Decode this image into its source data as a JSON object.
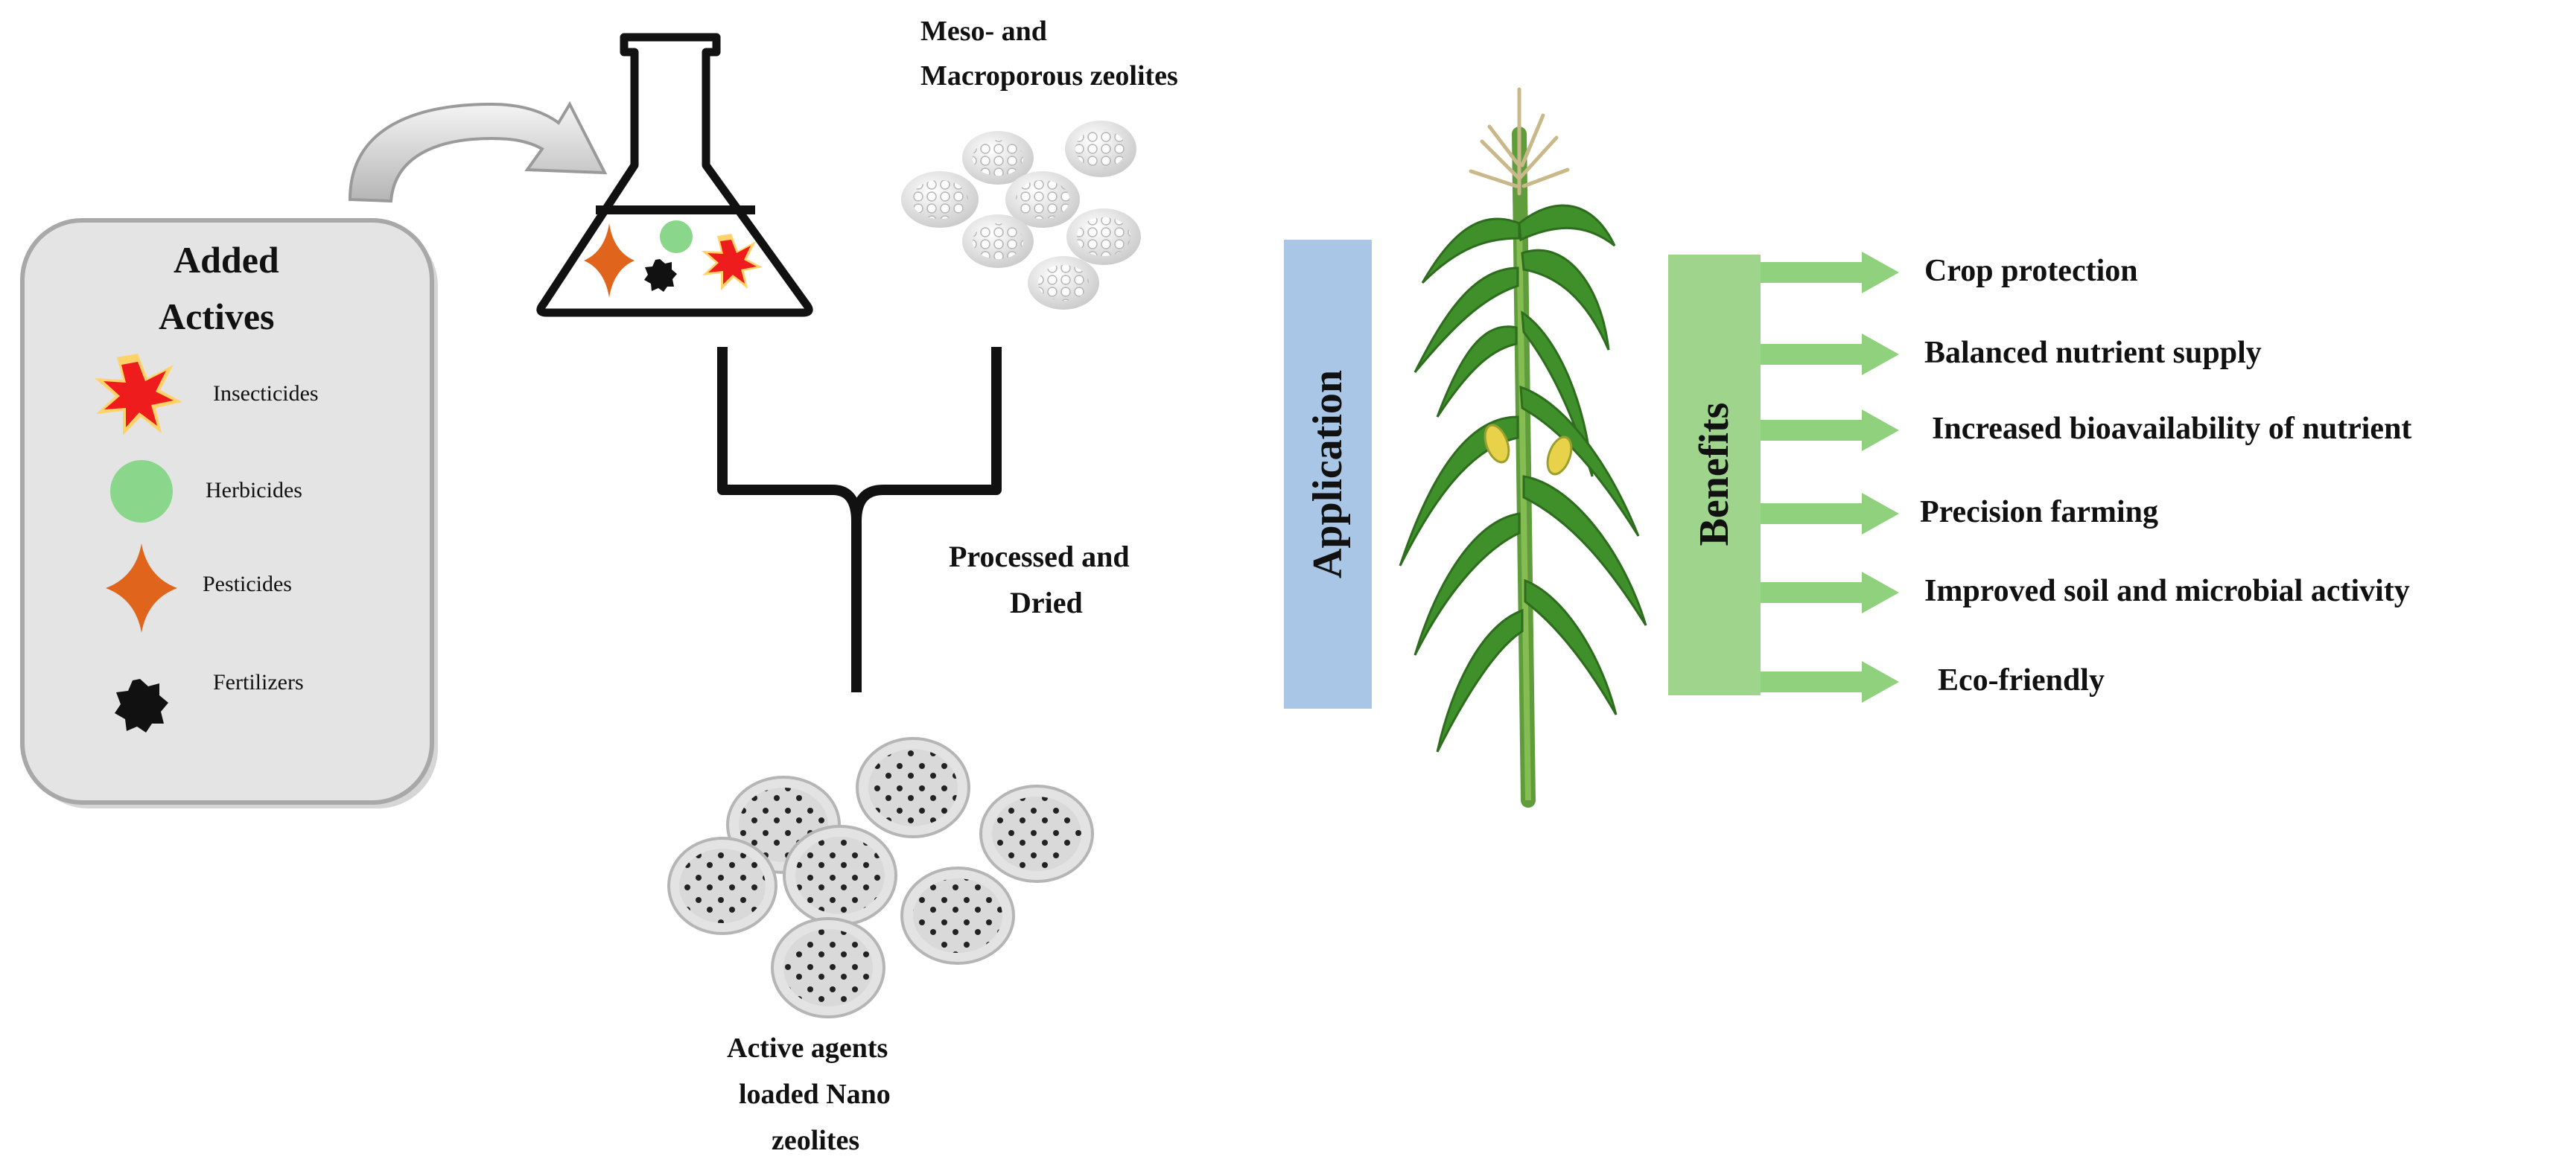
{
  "actives_panel": {
    "title_line1": "Added",
    "title_line2": "Actives",
    "items": [
      {
        "label": "Insecticides",
        "icon": "red-burst-icon"
      },
      {
        "label": "Herbicides",
        "icon": "green-circle-icon"
      },
      {
        "label": "Pesticides",
        "icon": "orange-star-icon"
      },
      {
        "label": "Fertilizers",
        "icon": "black-cog-icon"
      }
    ]
  },
  "zeolites_label_line1": "Meso- and",
  "zeolites_label_line2": "Macroporous zeolites",
  "process_label_line1": "Processed and",
  "process_label_line2": "Dried",
  "product_label_line1": "Active agents",
  "product_label_line2": "loaded Nano",
  "product_label_line3": "zeolites",
  "application_label": "Application",
  "benefits_label": "Benefits",
  "benefits": [
    "Crop protection",
    "Balanced nutrient supply",
    "Increased bioavailability of nutrient",
    "Precision farming",
    "Improved soil and microbial activity",
    "Eco-friendly"
  ],
  "colors": {
    "application_bar": "#a9c6e6",
    "benefits_bar": "#9ed48c",
    "arrow_green": "#8fd17c",
    "panel_fill": "#e4e4e4",
    "insecticide_red": "#ee1c1c",
    "herbicide_green": "#8ad68a",
    "pesticide_orange": "#e0641c",
    "fertilizer_black": "#111111",
    "leaf_green": "#3f8f2a"
  }
}
